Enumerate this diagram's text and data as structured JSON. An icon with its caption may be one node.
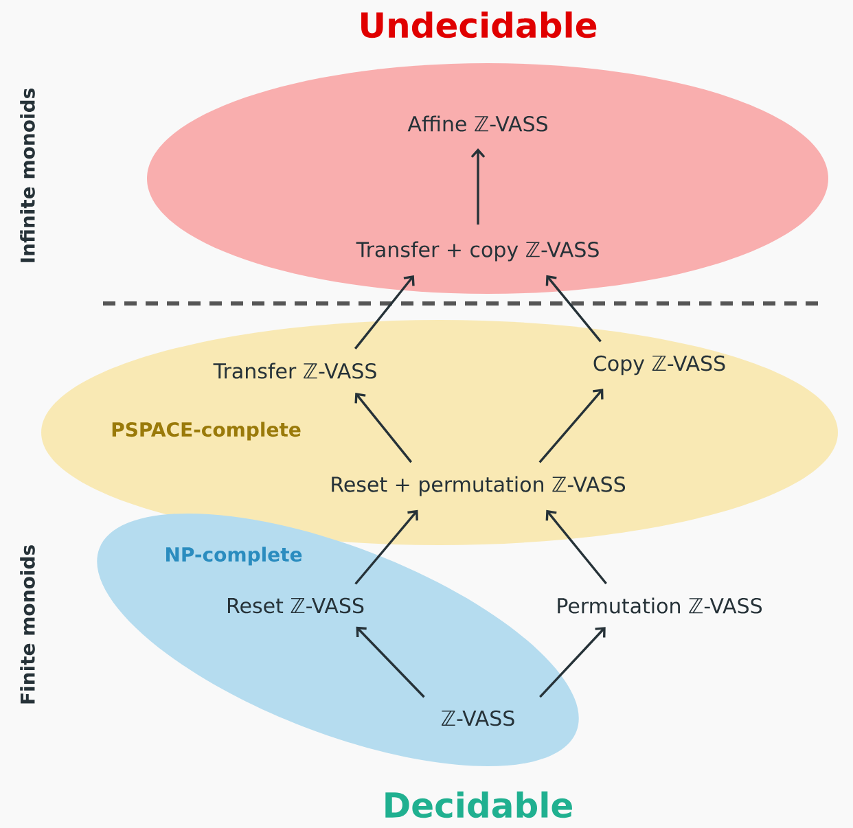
{
  "diagram": {
    "title": "Undecidable",
    "nodes": [
      {
        "text": [],
        "shape": "ellipse"
      },
      {
        "text": [
          "Affine ℤ-VASS"
        ],
        "in": 0
      },
      {
        "text": [
          "Transfer + copy ℤ-VASS"
        ],
        "in": 0
      },
      {
        "text": [
          "PSPACE-complete"
        ]
      },
      {
        "text": [
          "Transfer ℤ-VASS"
        ],
        "in": 3
      },
      {
        "text": [
          "Copy ℤ-VASS"
        ],
        "in": 3
      },
      {
        "text": [
          "Reset + permutation ℤ-VASS"
        ],
        "in": 3
      },
      {
        "text": [
          "NP-complete"
        ]
      },
      {
        "text": [
          "Reset ℤ-VASS"
        ],
        "in": 7
      },
      {
        "text": [
          "Permutation ℤ-VASS"
        ]
      },
      {
        "text": [
          "ℤ-VASS"
        ],
        "in": 7
      }
    ],
    "edges": [
      {
        "from": 2,
        "to": 1,
        "arrow": "to"
      },
      {
        "from": 4,
        "to": 2,
        "arrow": "to"
      },
      {
        "from": 5,
        "to": 2,
        "arrow": "to"
      },
      {
        "from": 6,
        "to": 4,
        "arrow": "to"
      },
      {
        "from": 6,
        "to": 5,
        "arrow": "to"
      },
      {
        "from": 8,
        "to": 6,
        "arrow": "to"
      },
      {
        "from": 9,
        "to": 6,
        "arrow": "to"
      },
      {
        "from": 10,
        "to": 8,
        "arrow": "to"
      },
      {
        "from": 10,
        "to": 9,
        "arrow": "to"
      }
    ],
    "labels": [
      "Infinite monoids",
      "Finite monoids",
      "Decidable"
    ]
  }
}
